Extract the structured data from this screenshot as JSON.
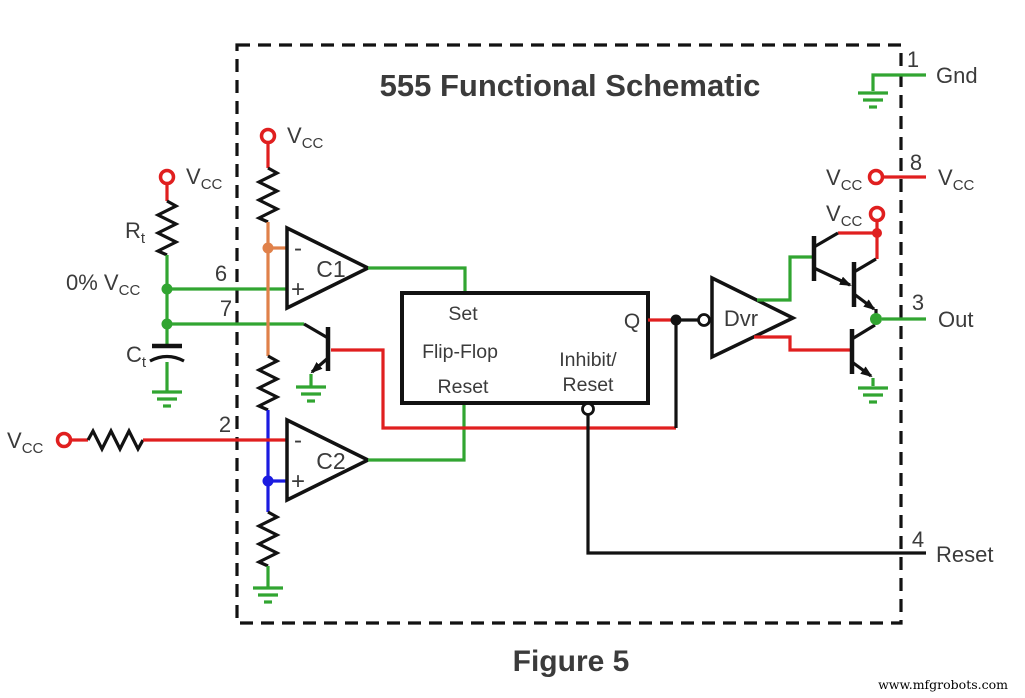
{
  "title": "555 Functional Schematic",
  "caption": "Figure 5",
  "watermark": "www.mfgrobots.com",
  "colors": {
    "background": "#ffffff",
    "wire_red": "#e01f1f",
    "wire_green": "#31a531",
    "wire_orange": "#e0814a",
    "wire_blue": "#1b1be0",
    "wire_black": "#121212",
    "label_text": "#3b3b3b"
  },
  "labels": {
    "vcc_v": "V",
    "vcc_sub": "CC",
    "threshold_prefix": "0% ",
    "rt_r": "R",
    "rt_sub": "t",
    "ct_c": "C",
    "ct_sub": "t",
    "comparator1": "C1",
    "comparator2": "C2",
    "driver": "Dvr",
    "minus": "-",
    "plus": "+"
  },
  "flip_flop": {
    "set": "Set",
    "name": "Flip-Flop",
    "reset": "Reset",
    "inhibit_line1": "Inhibit/",
    "inhibit_line2": "Reset",
    "q": "Q"
  },
  "pins": {
    "pin1": {
      "number": "1",
      "name": "Gnd"
    },
    "pin2": {
      "number": "2"
    },
    "pin3": {
      "number": "3",
      "name": "Out"
    },
    "pin4": {
      "number": "4",
      "name": "Reset"
    },
    "pin6": {
      "number": "6"
    },
    "pin7": {
      "number": "7"
    },
    "pin8": {
      "number": "8"
    }
  }
}
